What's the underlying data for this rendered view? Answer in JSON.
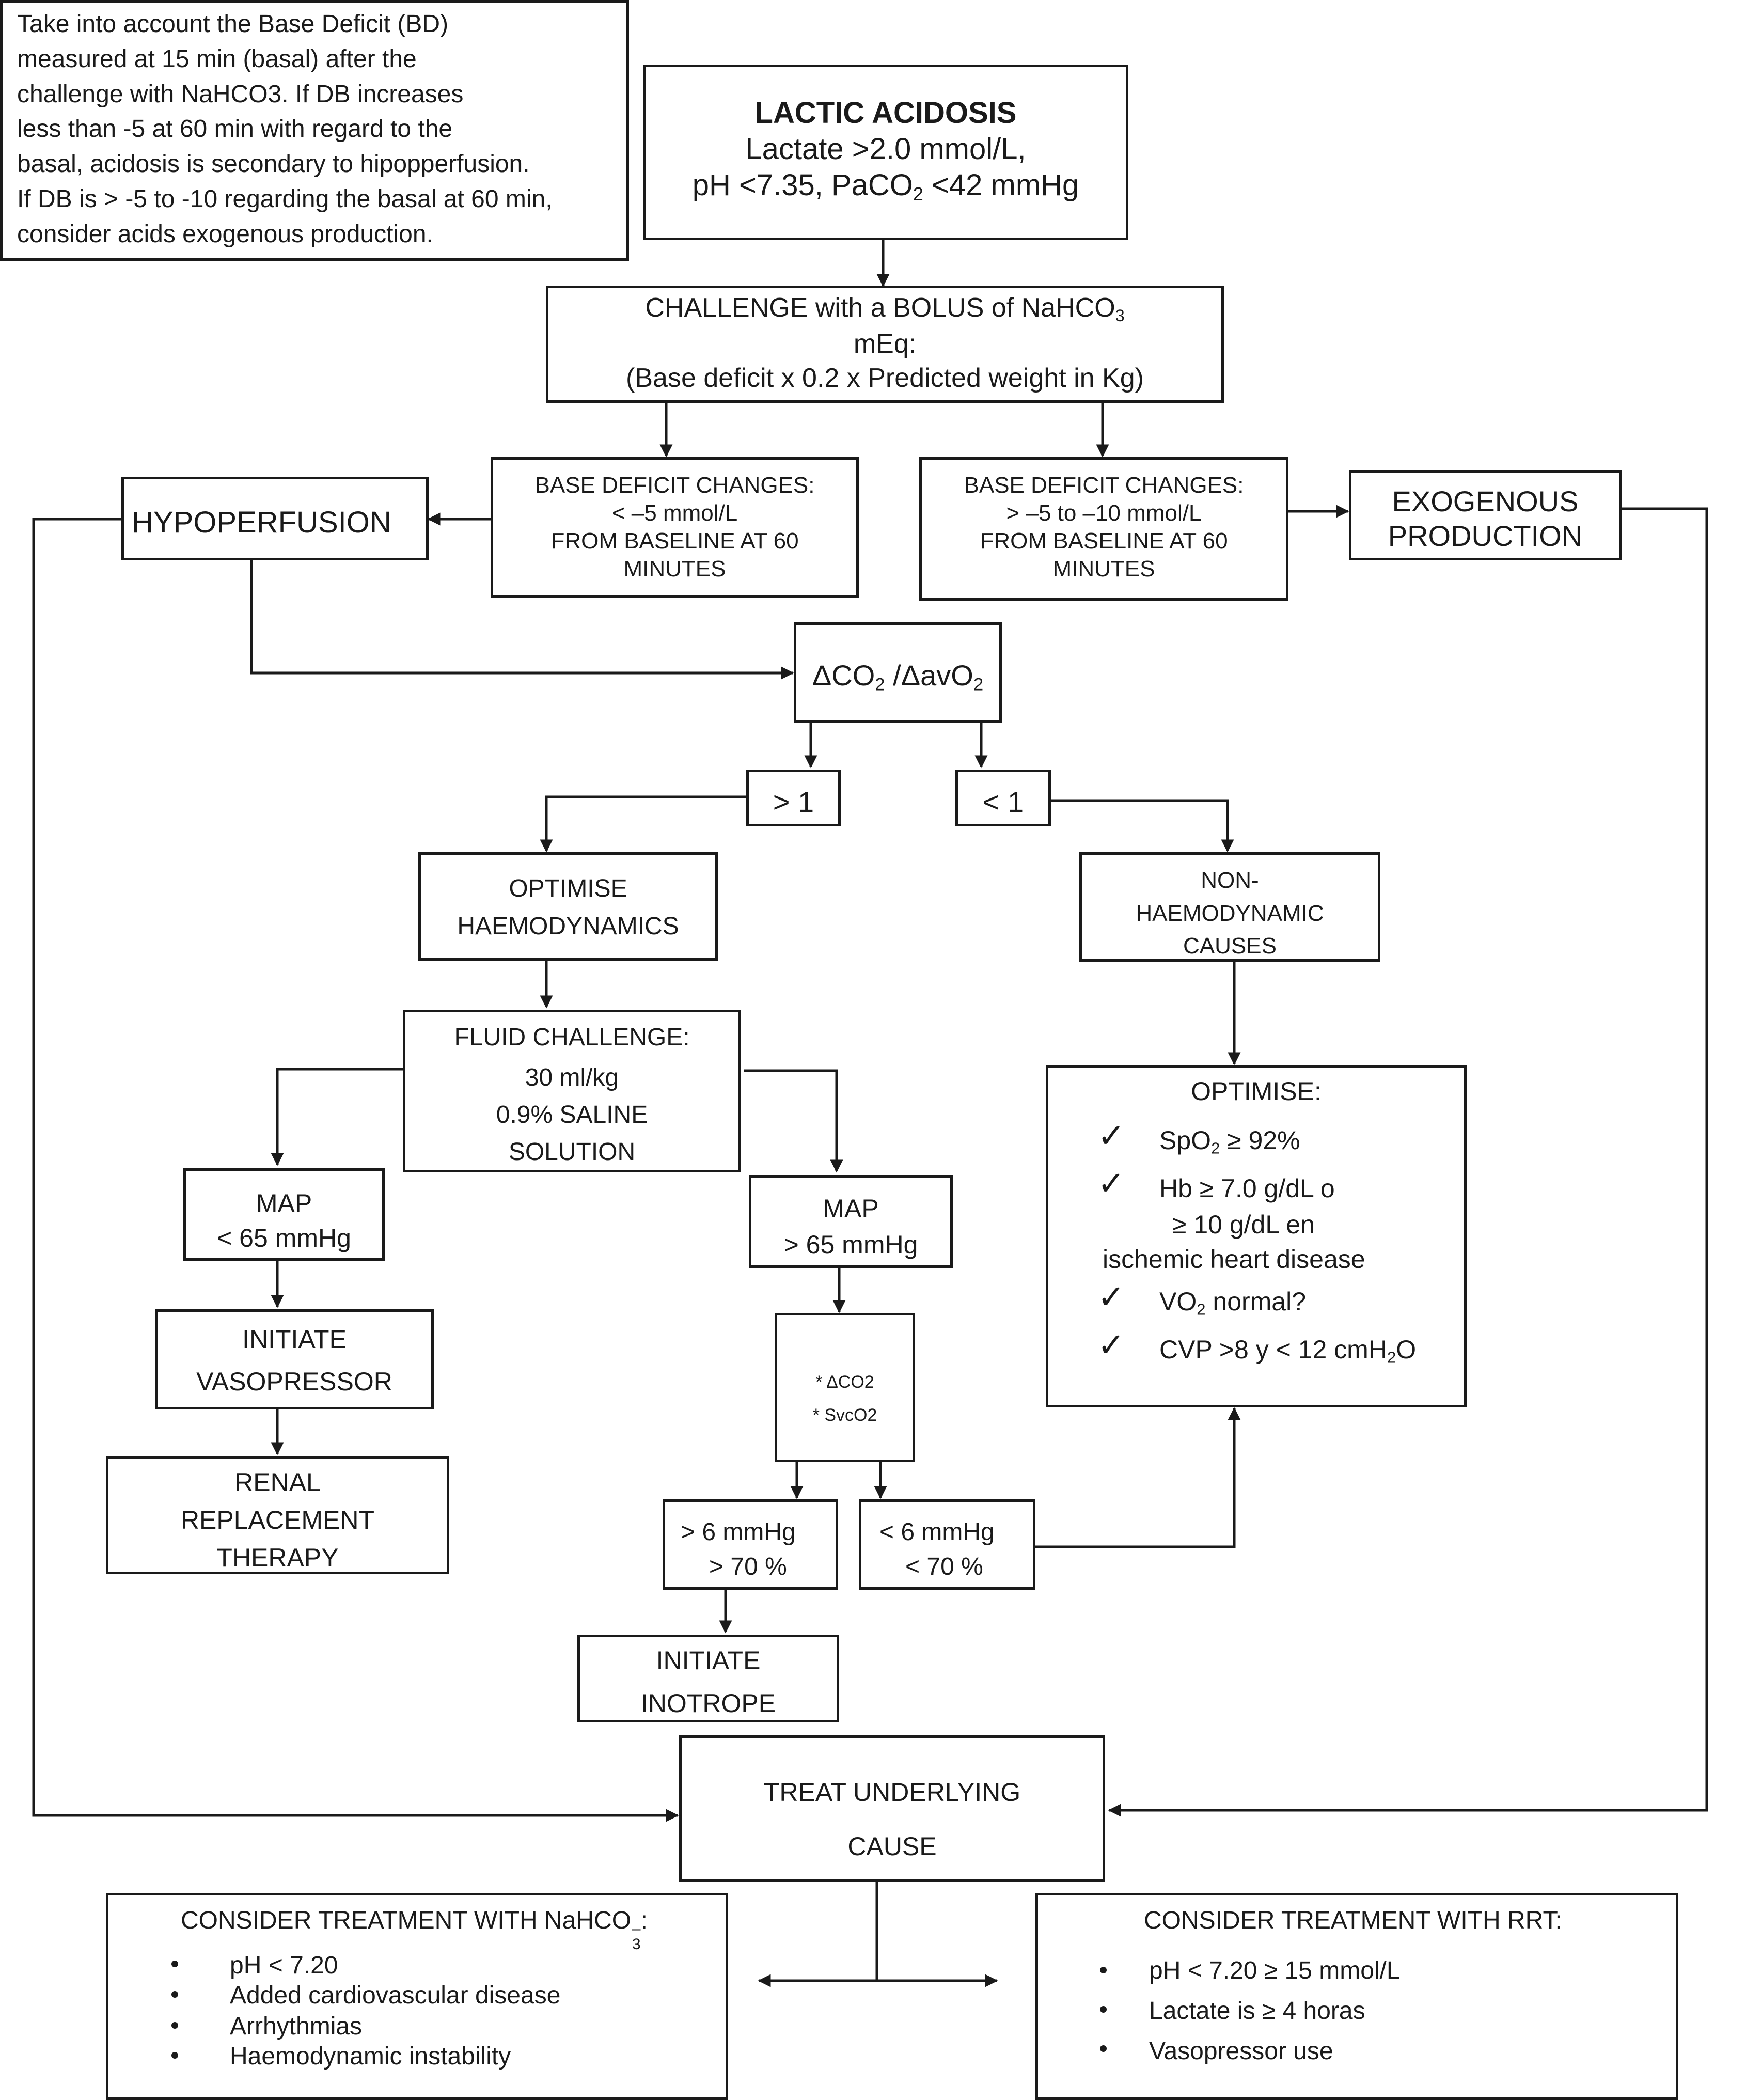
{
  "note": {
    "lines": [
      "Take into account the Base Deficit (BD)",
      "measured at 15 min (basal) after the",
      "challenge with NaHCO3. If DB increases",
      "less than -5 at 60 min with regard to the",
      "basal, acidosis is secondary to hipopperfusion.",
      "If DB is > -5 to -10 regarding the basal at 60 min,",
      "consider acids exogenous production."
    ]
  },
  "lactic": {
    "title": "LACTIC ACIDOSIS",
    "line1": "Lactate >2.0 mmol/L,",
    "line2_pre": "pH <7.35, PaCO",
    "line2_sub": "2",
    "line2_post": " <42 mmHg"
  },
  "challenge": {
    "line1_pre": "CHALLENGE with a BOLUS of NaHCO",
    "line1_sub": "3",
    "line2": "mEq:",
    "line3": "(Base deficit x 0.2 x Predicted weight in  Kg)"
  },
  "bd_left": {
    "lines": [
      "BASE DEFICIT CHANGES:",
      "< –5 mmol/L",
      "FROM BASELINE AT 60",
      "MINUTES"
    ]
  },
  "bd_right": {
    "lines": [
      "BASE DEFICIT CHANGES:",
      "> –5 to –10 mmol/L",
      "FROM BASELINE AT 60",
      "MINUTES"
    ]
  },
  "hypoperfusion": "HYPOPERFUSION",
  "exogenous": {
    "lines": [
      "EXOGENOUS",
      "PRODUCTION"
    ]
  },
  "ratio": {
    "p1": "ΔCO",
    "s1": "2",
    "p2": " /ΔavO",
    "s2": "2"
  },
  "gt1": "> 1",
  "lt1": "< 1",
  "optimise_hemo": {
    "lines": [
      "OPTIMISE",
      "HAEMODYNAMICS"
    ]
  },
  "non_hemo": {
    "lines": [
      "NON-",
      "HAEMODYNAMIC",
      "CAUSES"
    ]
  },
  "fluid": {
    "lines": [
      "FLUID CHALLENGE:",
      "30 ml/kg",
      "0.9% SALINE",
      "SOLUTION"
    ]
  },
  "optimise": {
    "title": "OPTIMISE:",
    "check": "✓",
    "spo2_pre": "SpO",
    "spo2_sub": "2",
    "spo2_post": " ≥ 92%",
    "hb1": "Hb ≥ 7.0 g/dL o",
    "hb2": "≥ 10 g/dL en",
    "hb3": "ischemic heart disease",
    "vo2_pre": "VO",
    "vo2_sub": "2",
    "vo2_post": " normal?",
    "cvp_pre": "CVP >8 y < 12 cmH",
    "cvp_sub": "2",
    "cvp_post": "O"
  },
  "map_low": {
    "lines": [
      "MAP",
      "< 65 mmHg"
    ]
  },
  "map_high": {
    "lines": [
      "MAP",
      "> 65 mmHg"
    ]
  },
  "vasopressor": {
    "lines": [
      "INITIATE",
      "VASOPRESSOR"
    ]
  },
  "renal": {
    "lines": [
      "RENAL",
      "REPLACEMENT",
      "THERAPY"
    ]
  },
  "svco2": {
    "lines": [
      "* ΔCO2",
      "* SvcO2"
    ]
  },
  "gt6": {
    "lines": [
      "> 6 mmHg",
      "> 70 %"
    ]
  },
  "lt6": {
    "lines": [
      "< 6 mmHg",
      "< 70 %"
    ]
  },
  "inotrope": {
    "lines": [
      "INITIATE",
      "INOTROPE"
    ]
  },
  "treat": {
    "lines": [
      "TREAT UNDERLYING",
      "CAUSE"
    ]
  },
  "nahco3": {
    "title_pre": "CONSIDER TREATMENT WITH NaHCO",
    "title_sub": "3",
    "title_sup": "–",
    "title_post": ":",
    "items": [
      "pH < 7.20",
      "Added cardiovascular disease",
      "Arrhythmias",
      "Haemodynamic instability"
    ]
  },
  "rrt": {
    "title": "CONSIDER TREATMENT WITH RRT:",
    "items": [
      "pH < 7.20  ≥ 15  mmol/L",
      "Lactate is ≥ 4 horas",
      "Vasopressor use"
    ]
  }
}
